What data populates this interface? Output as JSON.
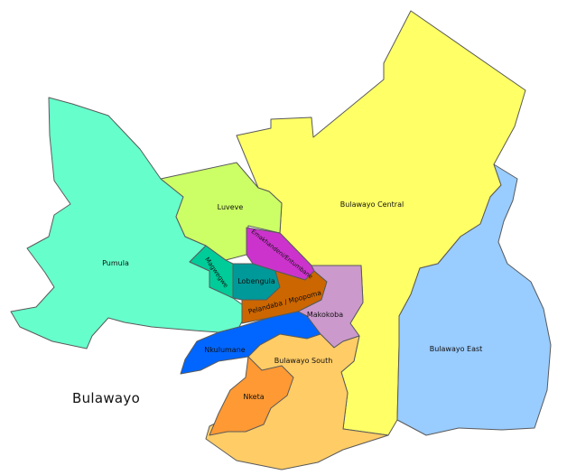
{
  "map_title": "Bulawayo",
  "regions": [
    {
      "id": "bulawayo-central",
      "label": "Bulawayo Central",
      "color": "#ffff66"
    },
    {
      "id": "bulawayo-east",
      "label": "Bulawayo East",
      "color": "#99ccff"
    },
    {
      "id": "pumula",
      "label": "Pumula",
      "color": "#66ffcc"
    },
    {
      "id": "luveve",
      "label": "Luveve",
      "color": "#ccff66"
    },
    {
      "id": "emakhandeni",
      "label": "Emakhandeni/Entumbane",
      "color": "#cc33cc"
    },
    {
      "id": "magwegwe",
      "label": "Magwegwe",
      "color": "#00cc99"
    },
    {
      "id": "lobengula",
      "label": "Lobengula",
      "color": "#009999"
    },
    {
      "id": "pelandaba",
      "label": "Pelandaba / Mpopoma",
      "color": "#cc6600"
    },
    {
      "id": "makokoba",
      "label": "Makokoba",
      "color": "#cc99cc"
    },
    {
      "id": "nkulumane",
      "label": "Nkulumane",
      "color": "#0066ff"
    },
    {
      "id": "bulawayo-south",
      "label": "Bulawayo South",
      "color": "#ffcc66"
    },
    {
      "id": "nketa",
      "label": "Nketa",
      "color": "#ff9933"
    }
  ]
}
